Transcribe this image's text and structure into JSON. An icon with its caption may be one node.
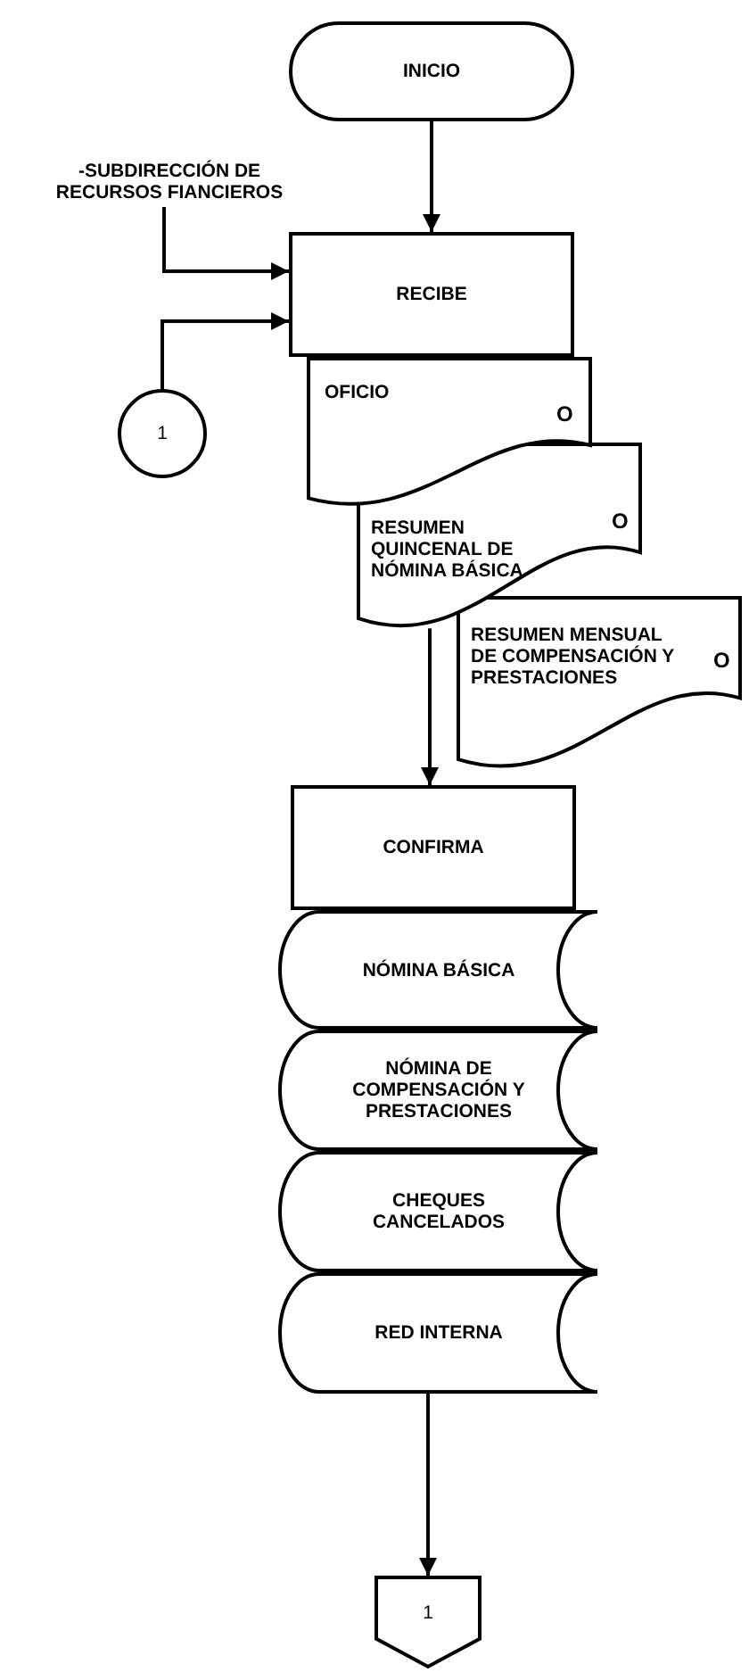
{
  "diagram": {
    "nodes": [
      {
        "text": [
          "INICIO"
        ]
      },
      {
        "text": [
          "-SUBDIRECCIÓN DE RECURSOS FIANCIEROS"
        ]
      },
      {
        "text": [
          "RECIBE"
        ]
      },
      {
        "text": [
          "1"
        ]
      },
      {
        "text": [
          "OFICIO",
          "O"
        ]
      },
      {
        "text": [
          "RESUMEN QUINCENAL DE NÓMINA BÁSICA",
          "O"
        ]
      },
      {
        "text": [
          "RESUMEN MENSUAL DE COMPENSACIÓN Y PRESTACIONES",
          "O"
        ]
      },
      {
        "text": [
          "CONFIRMA"
        ]
      },
      {
        "text": [
          "NÓMINA BÁSICA"
        ]
      },
      {
        "text": [
          "NÓMINA DE COMPENSACIÓN Y PRESTACIONES"
        ]
      },
      {
        "text": [
          "CHEQUES CANCELADOS"
        ]
      },
      {
        "text": [
          "RED INTERNA"
        ]
      },
      {
        "text": [
          "1"
        ]
      }
    ],
    "edges": [
      {
        "from": 0,
        "to": 2,
        "arrow": "to"
      },
      {
        "from": 1,
        "to": 2,
        "arrow": "to"
      },
      {
        "from": 3,
        "to": 2,
        "arrow": "to"
      },
      {
        "from": 5,
        "to": 7,
        "arrow": "to"
      },
      {
        "from": 11,
        "to": 12,
        "arrow": "to"
      }
    ]
  }
}
